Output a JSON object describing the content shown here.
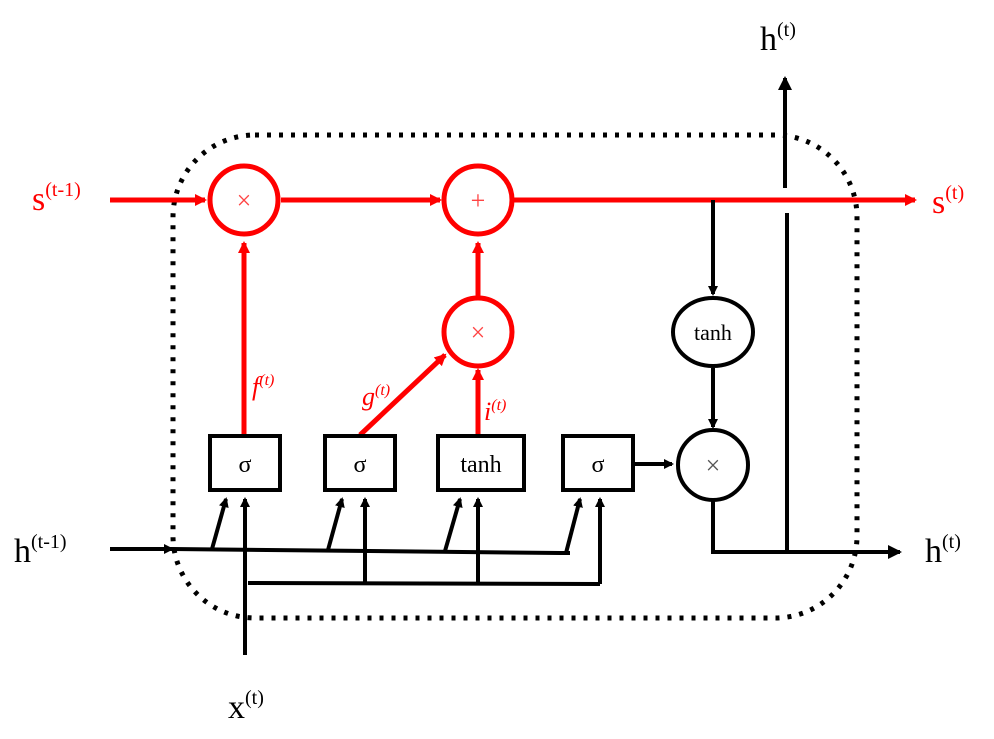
{
  "title": "LSTM cell diagram",
  "colors": {
    "cell_state": "#ff0000",
    "hidden": "#000000",
    "background": "#ffffff"
  },
  "inputs": {
    "cell_prev": {
      "base": "s",
      "sup": "(t-1)"
    },
    "hidden_prev": {
      "base": "h",
      "sup": "(t-1)"
    },
    "input": {
      "base": "x",
      "sup": "(t)"
    }
  },
  "outputs": {
    "cell_out": {
      "base": "s",
      "sup": "(t)"
    },
    "hidden_out_top": {
      "base": "h",
      "sup": "(t)"
    },
    "hidden_out_right": {
      "base": "h",
      "sup": "(t)"
    }
  },
  "gates": [
    {
      "id": "forget",
      "label": "σ"
    },
    {
      "id": "candidate",
      "label": "σ"
    },
    {
      "id": "input",
      "label": "tanh"
    },
    {
      "id": "output",
      "label": "σ"
    }
  ],
  "operators": {
    "forget_mult": "×",
    "cell_add": "+",
    "input_mult": "×",
    "output_mult": "×",
    "cell_tanh": "tanh"
  },
  "signal_labels": {
    "f": {
      "base": "f",
      "sup": "(t)"
    },
    "g": {
      "base": "g",
      "sup": "(t)"
    },
    "i": {
      "base": "i",
      "sup": "(t)"
    }
  }
}
